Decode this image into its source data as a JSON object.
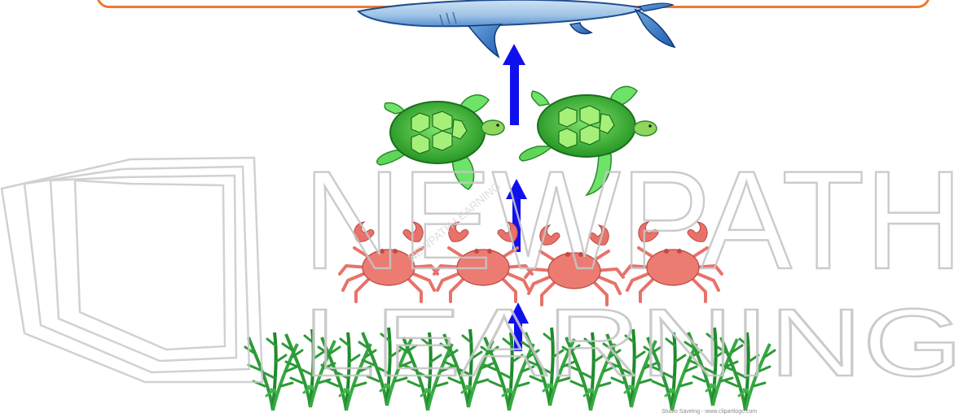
{
  "watermark": {
    "line1": "NEWPATH",
    "line2": "LEARNING",
    "stamp": "NEWPATH LEARNING"
  },
  "credit": "Studio Saveing - www.clipartlogo.com",
  "diagram": {
    "levels": [
      {
        "organism": "shark",
        "count": 1
      },
      {
        "organism": "sea turtle",
        "count": 2
      },
      {
        "organism": "crab",
        "count": 4
      },
      {
        "organism": "seagrass",
        "count": 12
      }
    ],
    "arrow_color": "#1010ee"
  }
}
